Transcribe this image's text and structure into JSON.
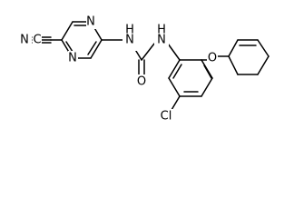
{
  "structure": {
    "atoms": {
      "n_nitrile": "N",
      "c_nitrile": "C",
      "n_pyrazine_top": "N",
      "n_pyrazine_bottom": "N",
      "nh_left": "N",
      "nh_left_h": "H",
      "o_carbonyl": "O",
      "nh_right": "N",
      "nh_right_h": "H",
      "o_ether": "O",
      "cl": "Cl"
    }
  }
}
